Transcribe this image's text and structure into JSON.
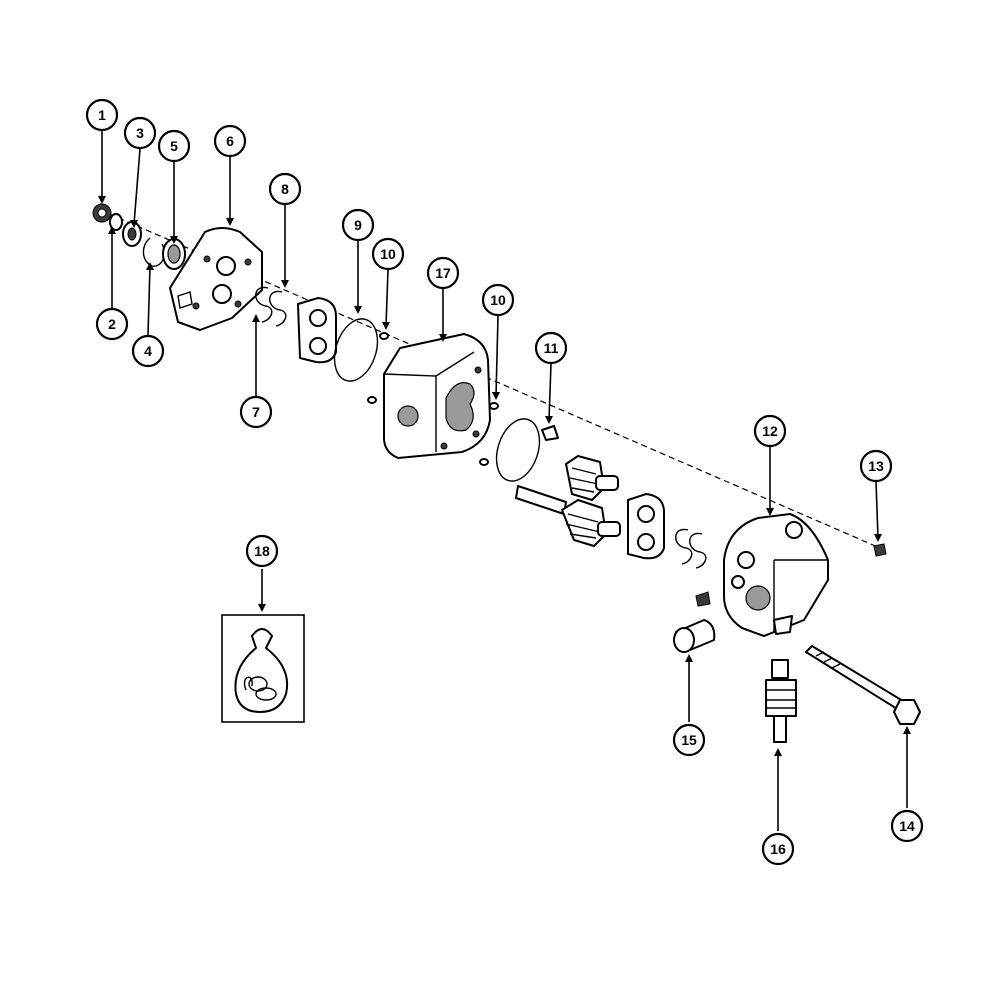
{
  "callouts": [
    {
      "id": "1",
      "label": "1"
    },
    {
      "id": "2",
      "label": "2"
    },
    {
      "id": "3",
      "label": "3"
    },
    {
      "id": "4",
      "label": "4"
    },
    {
      "id": "5",
      "label": "5"
    },
    {
      "id": "6",
      "label": "6"
    },
    {
      "id": "7",
      "label": "7"
    },
    {
      "id": "8",
      "label": "8"
    },
    {
      "id": "9",
      "label": "9"
    },
    {
      "id": "10a",
      "label": "10"
    },
    {
      "id": "10b",
      "label": "10"
    },
    {
      "id": "11",
      "label": "11"
    },
    {
      "id": "12",
      "label": "12"
    },
    {
      "id": "13",
      "label": "13"
    },
    {
      "id": "14",
      "label": "14"
    },
    {
      "id": "15",
      "label": "15"
    },
    {
      "id": "16",
      "label": "16"
    },
    {
      "id": "17",
      "label": "17"
    },
    {
      "id": "18",
      "label": "18"
    }
  ]
}
